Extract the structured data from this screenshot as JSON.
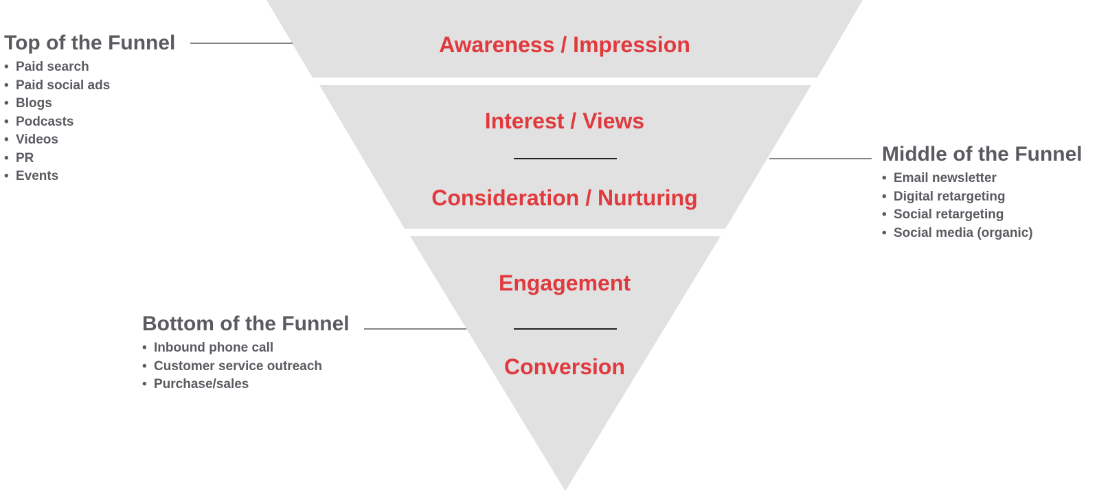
{
  "colors": {
    "funnel_fill": "#e1e1e1",
    "stage_text": "#e03a3e",
    "group_text": "#595b60",
    "connector_line": "#595b60",
    "divider_line": "#222222"
  },
  "funnel": {
    "stages": [
      "Awareness / Impression",
      "Interest / Views",
      "Consideration / Nurturing",
      "Engagement",
      "Conversion"
    ]
  },
  "groups": {
    "top": {
      "title": "Top of the Funnel",
      "items": [
        "Paid search",
        "Paid social ads",
        "Blogs",
        "Podcasts",
        "Videos",
        "PR",
        "Events"
      ]
    },
    "middle": {
      "title": "Middle of the Funnel",
      "items": [
        "Email newsletter",
        "Digital retargeting",
        "Social retargeting",
        "Social media (organic)"
      ]
    },
    "bottom": {
      "title": "Bottom of the Funnel",
      "items": [
        "Inbound phone call",
        "Customer service outreach",
        "Purchase/sales"
      ]
    }
  },
  "bullet": "•"
}
